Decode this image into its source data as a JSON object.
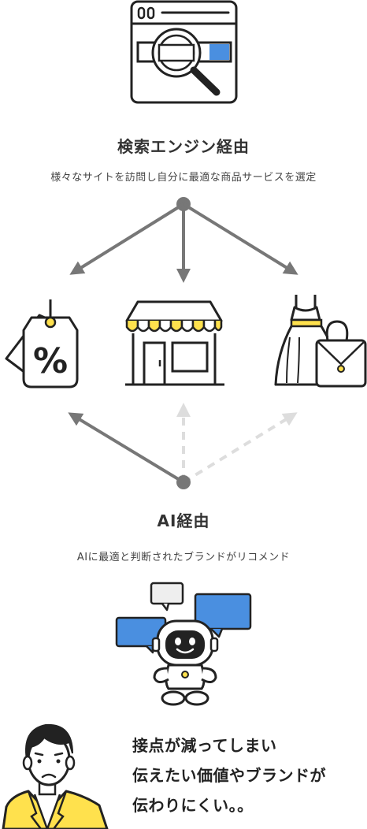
{
  "search_section": {
    "title": "検索エンジン経由",
    "subtitle": "様々なサイトを訪問し自分に最適な商品サービスを選定"
  },
  "ai_section": {
    "title": "AI経由",
    "subtitle": "AIに最適と判断されたブランドがリコメンド"
  },
  "conclusion": {
    "lines": [
      "接点が減ってしまい",
      "伝えたい価値やブランドが",
      "伝わりにくい。。"
    ]
  },
  "icons": {
    "search": "browser-search-icon",
    "discount": "discount-tag-icon",
    "store": "storefront-icon",
    "fashion": "dress-handbag-icon",
    "robot": "ai-robot-icon",
    "person": "worried-businessman-icon"
  },
  "colors": {
    "line_dark": "#222222",
    "arrow_solid": "#777777",
    "arrow_dashed": "#dddddd",
    "accent_yellow": "#ffe14d",
    "accent_blue": "#4a8fe0",
    "bubble_grey": "#eeeeee"
  }
}
